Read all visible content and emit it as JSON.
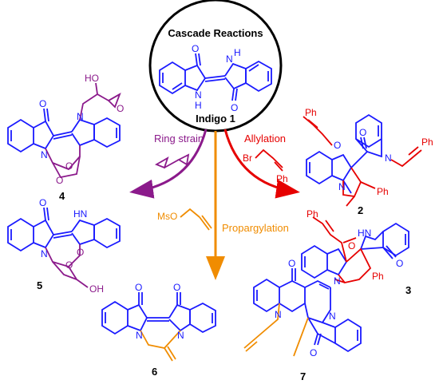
{
  "center": {
    "title": "Cascade Reactions",
    "name": "Indigo 1",
    "atoms": {
      "o_top": "O",
      "o_bottom": "O",
      "nh_top": "H",
      "nh_top_n": "N",
      "n_bottom": "N",
      "h_bottom": "H"
    }
  },
  "reactions": {
    "ring_strain": "Ring strain",
    "allylation": "Allylation",
    "propargylation": "Propargylation",
    "allyl_reagent_br": "Br",
    "allyl_reagent_ph": "Ph",
    "propargyl_reagent": "MsO"
  },
  "compounds": {
    "c2": {
      "label": "2",
      "ph_top": "Ph",
      "o1": "O",
      "o2": "O",
      "n1": "N",
      "n2": "N",
      "ph_right": "Ph",
      "ph_ring": "Ph"
    },
    "c3": {
      "label": "3",
      "ph_top": "Ph",
      "o1": "O",
      "o2": "O",
      "hn": "HN",
      "n": "N",
      "ph": "Ph"
    },
    "c4": {
      "label": "4",
      "ho": "HO",
      "o1": "O",
      "o2": "O",
      "o3": "O",
      "o4": "O",
      "n1": "N",
      "n2": "N"
    },
    "c5": {
      "label": "5",
      "o1": "O",
      "o2": "O",
      "o3": "O",
      "hn": "HN",
      "n": "N",
      "oh": "OH"
    },
    "c6": {
      "label": "6",
      "o1": "O",
      "o2": "O",
      "n1": "N",
      "n2": "N"
    },
    "c7": {
      "label": "7",
      "o1": "O",
      "o2": "O",
      "n1": "N",
      "n2": "N"
    }
  },
  "colors": {
    "blue": "#1a1aff",
    "purple": "#8b1a8b",
    "red": "#e60000",
    "orange": "#f08c00",
    "black": "#000000"
  }
}
